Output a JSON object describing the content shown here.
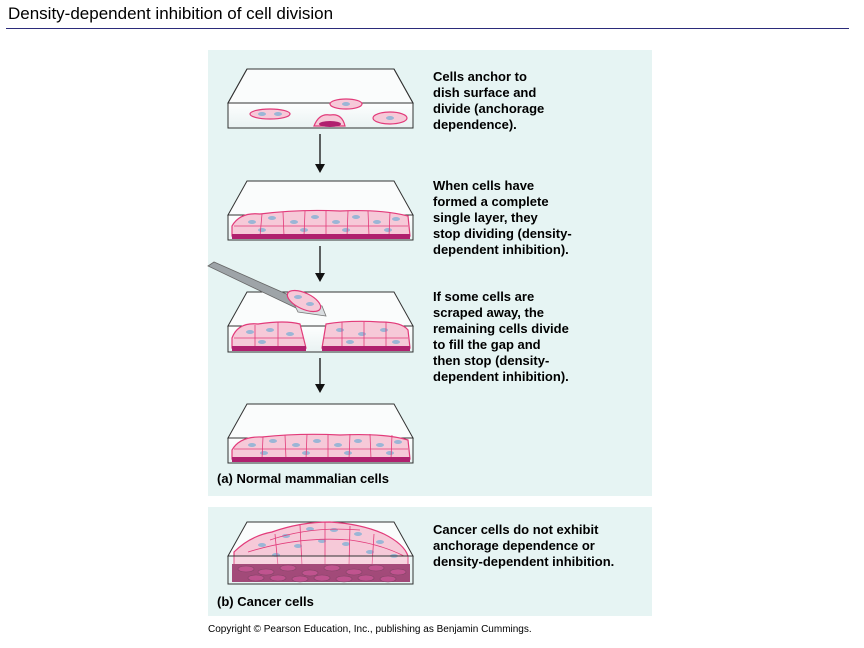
{
  "title": "Density-dependent inhibition of cell division",
  "steps": [
    {
      "caption": [
        "Cells anchor to",
        "dish surface and",
        "divide (anchorage",
        "dependence)."
      ]
    },
    {
      "caption": [
        "When cells have",
        "formed a complete",
        "single layer, they",
        "stop dividing (density-",
        "dependent inhibition)."
      ]
    },
    {
      "caption": [
        "If some cells are",
        "scraped away, the",
        "remaining cells divide",
        "to fill the gap and",
        "then stop (density-",
        "dependent inhibition)."
      ]
    }
  ],
  "panel_a": {
    "label": "(a) Normal mammalian cells"
  },
  "panel_b": {
    "label": "(b) Cancer cells",
    "caption": [
      "Cancer cells do not exhibit",
      "anchorage dependence or",
      "density-dependent inhibition."
    ]
  },
  "copyright": "Copyright © Pearson Education, Inc., publishing as Benjamin Cummings.",
  "colors": {
    "panel_bg": "#e6f4f3",
    "cell_fill": "#f6c9d8",
    "cell_edge": "#e23b7a",
    "nucleus": "#9bb6d6",
    "dish_bottom": "#b0206e",
    "cancer_cell": "#8a1452"
  }
}
